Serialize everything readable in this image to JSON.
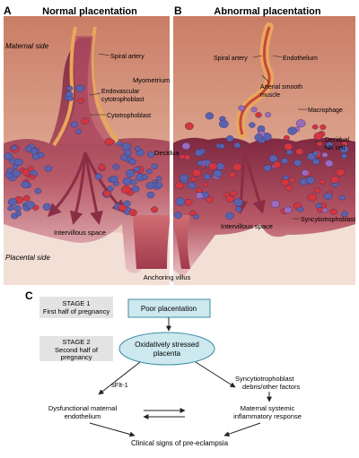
{
  "panel_a": {
    "letter": "A",
    "title": "Normal placentation",
    "maternal_side": "Maternal side",
    "placental_side": "Placental side",
    "labels": {
      "spiral_artery": "Spiral artery",
      "endovascular_1": "Endovascular",
      "endovascular_2": "cytotrophoblast",
      "cytotrophoblast": "Cytotrophoblast",
      "intervillous": "Intervillous space"
    }
  },
  "panel_b": {
    "letter": "B",
    "title": "Abnormal placentation",
    "labels": {
      "spiral_artery": "Spiral artery",
      "endothelium": "Endothelium",
      "arterial_1": "Arterial smooth",
      "arterial_2": "muscle",
      "macrophage": "Macrophage",
      "decidual_1": "Decidual",
      "decidual_2": "NK cell",
      "intervillous": "Intervillous space",
      "syncytio": "Syncytiotrophoblast"
    }
  },
  "shared_labels": {
    "myometrium": "Myometrium",
    "decidua": "Decidua",
    "anchoring_villus": "Anchoring villus"
  },
  "panel_c": {
    "letter": "C",
    "stage1_1": "STAGE 1",
    "stage1_2": "First half of pregnancy",
    "stage2_1": "STAGE 2",
    "stage2_2": "Second half of",
    "stage2_3": "pregnancy",
    "poor_placentation": "Poor placentation",
    "oxidative_1": "Oxidatively stressed",
    "oxidative_2": "placenta",
    "sflt": "sFlt-1",
    "syncytio_1": "Syncytiotrophoblast",
    "syncytio_2": "debris/other factors",
    "dysfunction_1": "Dysfunctional maternal",
    "dysfunction_2": "endothelium",
    "systemic_1": "Maternal systemic",
    "systemic_2": "inflammatory response",
    "clinical": "Clinical signs of pre-eclampsia"
  },
  "colors": {
    "background_maternal": "#f6ecd9",
    "myometrium": "#d49a80",
    "decidua": "#a8465c",
    "tissue_dark": "#8a2e45",
    "artery_orange": "#e8a75a",
    "cell_blue": "#5b62ad",
    "cell_red": "#d4363c",
    "cell_purple": "#9c6bbd",
    "stage_box": "#e3e3e3",
    "flow_box": "#cde8ee",
    "flow_border": "#3c8fa6"
  }
}
